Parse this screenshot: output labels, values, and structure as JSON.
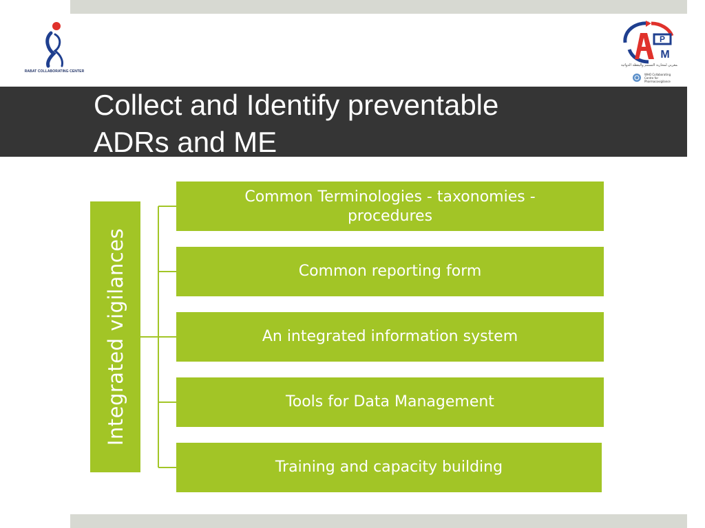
{
  "logos": {
    "left": {
      "name": "Rabat Collaborating Center logo",
      "caption": "RABAT COLLABORATING CENTER"
    },
    "right": {
      "name": "CAPM logo",
      "mark": "CAPM",
      "arabic_text": "المركز المغربي لمحاربة التسمم واليقظة الدوائية",
      "who_text": "WHO Collaborating Centre for Pharmacovigilance"
    }
  },
  "title": {
    "line1": "Collect and Identify preventable",
    "line2": "ADRs and ME"
  },
  "diagram": {
    "side_label": "Integrated vigilances",
    "items": [
      {
        "line1": "Common Terminologies - taxonomies -",
        "line2": "procedures"
      },
      {
        "line1": "Common reporting form"
      },
      {
        "line1": "An integrated information system"
      },
      {
        "line1": "Tools for Data Management"
      },
      {
        "line1": "Training and capacity building"
      }
    ]
  },
  "colors": {
    "accent_green": "#a2c526",
    "title_bar": "#353535",
    "strip_gray": "#d7d9d2",
    "text_on_green": "#ffffff"
  }
}
